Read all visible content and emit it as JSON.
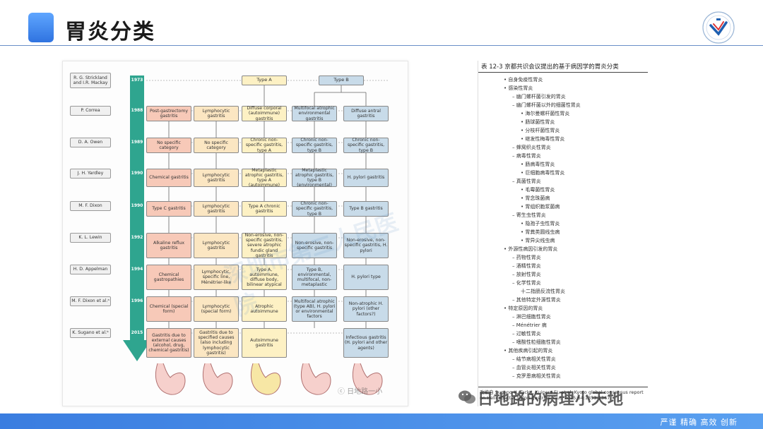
{
  "header": {
    "title": "胃炎分类"
  },
  "figure": {
    "rows": [
      {
        "author": "R. G. Strickland and I.R. Mackay",
        "year": "1973"
      },
      {
        "author": "P. Correa",
        "year": "1988"
      },
      {
        "author": "D. A. Owen",
        "year": "1989"
      },
      {
        "author": "J. H. Yardley",
        "year": "1990"
      },
      {
        "author": "M. F. Dixon",
        "year": "1990"
      },
      {
        "author": "K. L. Lewin",
        "year": "1992"
      },
      {
        "author": "H. D. Appelman",
        "year": "1994"
      },
      {
        "author": "M. F. Dixon et al.ᵃ",
        "year": "1996"
      },
      {
        "author": "K. Sugano et al.ᵇ",
        "year": "2015"
      }
    ],
    "type_a": "Type A",
    "type_b": "Type B",
    "cells": [
      [
        "Post-gastrectomy gastritis",
        "Lymphocytic gastritis",
        "Diffuse corporal (autoimmune) gastritis",
        "Multifocal atrophic environmental gastritis",
        "Diffuse antral gastritis"
      ],
      [
        "No specific category",
        "No specific category",
        "Chronic non-specific gastritis, type A",
        "Chronic non-specific gastritis, type B",
        "Chronic non-specific gastritis, type B"
      ],
      [
        "Chemical gastritis",
        "Lymphocytic gastritis",
        "Metaplastic atrophic gastritis, type A (autoimmune)",
        "Metaplastic atrophic gastritis, type B (environmental)",
        "H. pylori gastritis"
      ],
      [
        "Type C gastritis",
        "Lymphocytic gastritis",
        "Type A chronic gastritis",
        "Chronic non-specific gastritis, type B",
        "Type B gastritis"
      ],
      [
        "Alkaline reflux gastritis",
        "Lymphocytic gastritis",
        "Non-erosive, non-specific gastritis, severe atrophic fundic gland gastritis",
        "Non-erosive, non-specific gastritis",
        "Non-erosive, non-specific gastritis, H. pylori"
      ],
      [
        "Chemical gastropathies",
        "Lymphocytic, specific line, Ménétrier-like",
        "Type A, autoimmune, diffuse body, bilinear atypical",
        "Type B, environmental, multifocal, non-metaplastic",
        "H. pylori type"
      ],
      [
        "Chemical (special form)",
        "Lymphocytic (special form)",
        "Atrophic autoimmune",
        "Multifocal atrophic (type AB), H. pylori or environmental factors",
        "Non-atrophic H. pylori (other factors?)"
      ],
      [
        "Gastritis due to external causes (alcohol, drug, chemical gastritis)",
        "Gastritis due to specified causes (also including lymphocytic gastritis)",
        "Autoimmune gastritis",
        "",
        "Infectious gastritis (H. pylori and other agents)"
      ]
    ],
    "watermark": "深圳市第二人民医院",
    "credit": "ⓒ 日地路一小"
  },
  "table": {
    "title": "表 12-3   京都共识会议提出的基于病因学的胃炎分类",
    "items": [
      {
        "text": "• 自身免疫性胃炎",
        "indent": 0
      },
      {
        "text": "• 感染性胃炎",
        "indent": 0
      },
      {
        "text": "– 幽门螺杆菌引发的胃炎",
        "indent": 1
      },
      {
        "text": "– 幽门螺杆菌以外的细菌性胃炎",
        "indent": 1
      },
      {
        "text": "• 海尔曼螺杆菌性胃炎",
        "indent": 2
      },
      {
        "text": "• 肠球菌性胃炎",
        "indent": 2
      },
      {
        "text": "• 分枝杆菌性胃炎",
        "indent": 2
      },
      {
        "text": "• 继发性梅毒性胃炎",
        "indent": 2
      },
      {
        "text": "– 蜂窝织炎性胃炎",
        "indent": 1
      },
      {
        "text": "– 病毒性胃炎",
        "indent": 1
      },
      {
        "text": "• 肠病毒性胃炎",
        "indent": 2
      },
      {
        "text": "• 巨细胞病毒性胃炎",
        "indent": 2
      },
      {
        "text": "– 真菌性胃炎",
        "indent": 1
      },
      {
        "text": "• 毛霉菌性胃炎",
        "indent": 2
      },
      {
        "text": "• 胃念珠菌病",
        "indent": 2
      },
      {
        "text": "• 胃组织胞浆菌病",
        "indent": 2
      },
      {
        "text": "– 寄生虫性胃炎",
        "indent": 1
      },
      {
        "text": "• 隐孢子虫性胃炎",
        "indent": 2
      },
      {
        "text": "• 胃粪类圆线虫病",
        "indent": 2
      },
      {
        "text": "• 胃异尖线虫病",
        "indent": 2
      },
      {
        "text": "• 外源性病因引发的胃炎",
        "indent": 0
      },
      {
        "text": "– 药物性胃炎",
        "indent": 1
      },
      {
        "text": "– 酒精性胃炎",
        "indent": 1
      },
      {
        "text": "– 放射性胃炎",
        "indent": 1
      },
      {
        "text": "– 化学性胃炎",
        "indent": 1
      },
      {
        "text": "十二指肠反流性胃炎",
        "indent": 2
      },
      {
        "text": "– 其他特定外源性胃炎",
        "indent": 1
      },
      {
        "text": "• 特定原因的胃炎",
        "indent": 0
      },
      {
        "text": "– 淋巴细胞性胃炎",
        "indent": 1
      },
      {
        "text": "– Ménétrier 病",
        "indent": 1
      },
      {
        "text": "– 过敏性胃炎",
        "indent": 1
      },
      {
        "text": "– 嗜酸性粒细胞性胃炎",
        "indent": 1
      },
      {
        "text": "• 其他疾病引起的胃炎",
        "indent": 0
      },
      {
        "text": "– 结节病相关性胃炎",
        "indent": 1
      },
      {
        "text": "– 血管炎相关性胃炎",
        "indent": 1
      },
      {
        "text": "– 克罗恩病相关性胃炎",
        "indent": 1
      }
    ],
    "reference": "改编自 Sugano K, Tack J, Kuipers EJ, et al. Kyoto global consensus report on Helicobacter pylori gastritis. Gut. 2015;64:1353-1367."
  },
  "watermark_account": "日地路的病理小天地",
  "footer": {
    "slogan": "严谨  精确  高效  创新"
  }
}
